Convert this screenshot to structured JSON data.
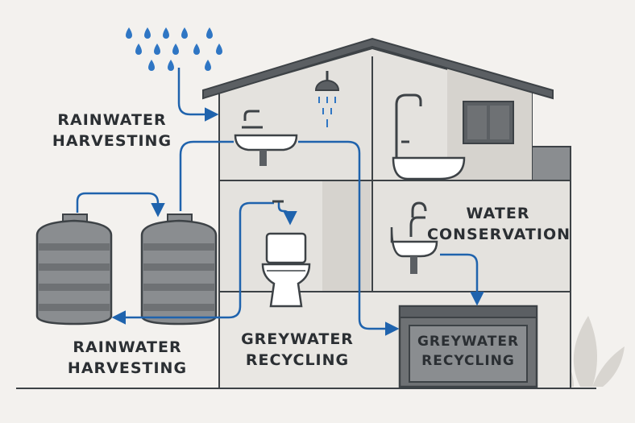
{
  "labels": {
    "rainwater_top": {
      "line1": "RAINWATER",
      "line2": "HARVESTING"
    },
    "rainwater_bottom": {
      "line1": "RAINWATER",
      "line2": "HARVESTING"
    },
    "water_conservation": {
      "line1": "WATER",
      "line2": "CONSERVATION"
    },
    "greywater_center": {
      "line1": "GREYWATER",
      "line2": "RECYCLING"
    },
    "greywater_tank": {
      "line1": "GREYWATER",
      "line2": "RECYCLING"
    }
  },
  "colors": {
    "background": "#f3f1ee",
    "house_wall": "#e4e2de",
    "house_shade": "#d6d3ce",
    "roof": "#5b5f63",
    "outline": "#3d4246",
    "tank_fill": "#8a8d90",
    "tank_band": "#6e7174",
    "pipe_blue": "#1f63ad",
    "rain_blue": "#2f76c4",
    "plant": "#d8d5d0"
  },
  "icons": [
    "raindrop-icon",
    "shower-icon",
    "sink-icon",
    "bathtub-icon",
    "toilet-icon",
    "window-icon",
    "tank-icon",
    "plant-icon"
  ]
}
